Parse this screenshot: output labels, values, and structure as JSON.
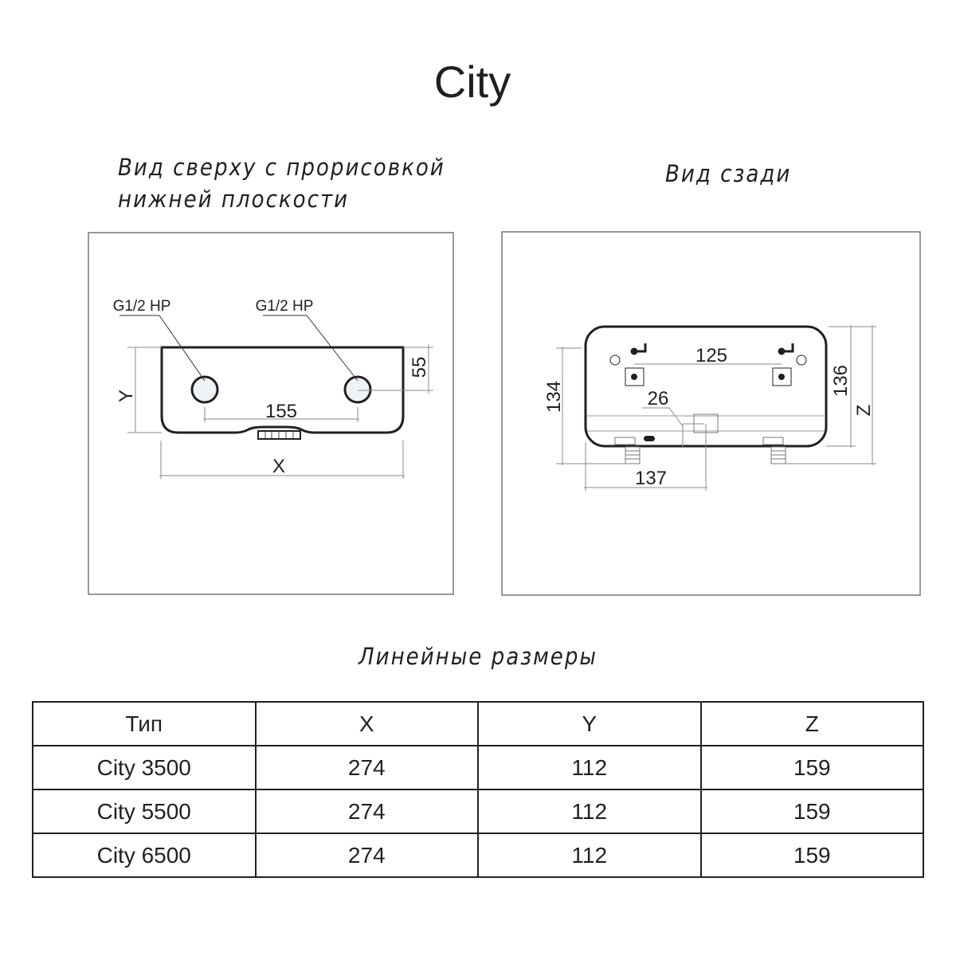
{
  "title": "City",
  "top_view": {
    "caption_line1": "Вид сверху с прорисовкой",
    "caption_line2": "нижней плоскости",
    "inlet_label_left": "G1/2 HP",
    "inlet_label_right": "G1/2 HP",
    "dim_between_inlets": "155",
    "dim_inlet_offset": "55",
    "dim_width": "X",
    "dim_depth": "Y"
  },
  "rear_view": {
    "caption": "Вид сзади",
    "dim_mounting": "125",
    "dim_26": "26",
    "dim_137": "137",
    "dim_134": "134",
    "dim_136": "136",
    "dim_height": "Z"
  },
  "table": {
    "caption": "Линейные размеры",
    "headers": [
      "Тип",
      "X",
      "Y",
      "Z"
    ],
    "rows": [
      [
        "City 3500",
        "274",
        "112",
        "159"
      ],
      [
        "City 5500",
        "274",
        "112",
        "159"
      ],
      [
        "City 6500",
        "274",
        "112",
        "159"
      ]
    ]
  }
}
